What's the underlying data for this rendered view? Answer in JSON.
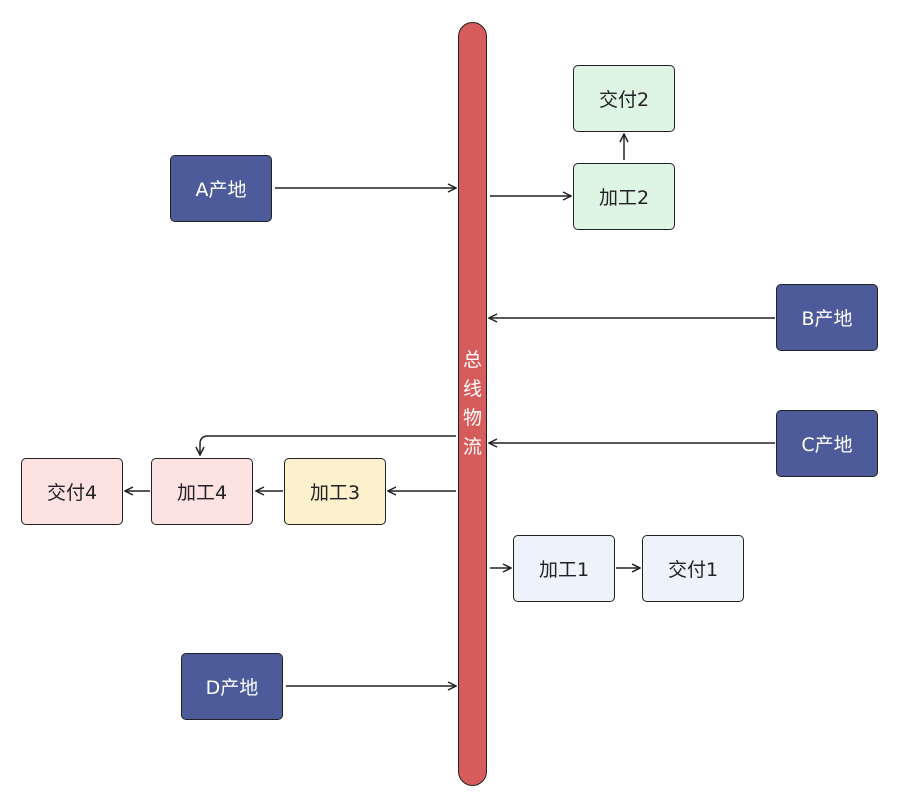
{
  "bus": {
    "label": "总线物流"
  },
  "nodes": {
    "origin_a": "A产地",
    "origin_b": "B产地",
    "origin_c": "C产地",
    "origin_d": "D产地",
    "process_1": "加工1",
    "process_2": "加工2",
    "process_3": "加工3",
    "process_4": "加工4",
    "delivery_1": "交付1",
    "delivery_2": "交付2",
    "delivery_4": "交付4"
  },
  "colors": {
    "origin": "#4d5b9b",
    "bus": "#d65c5c",
    "process_2": "#dff5e3",
    "process_1": "#eef3fb",
    "process_3": "#fdf0cc",
    "process_4": "#fde2e2"
  }
}
